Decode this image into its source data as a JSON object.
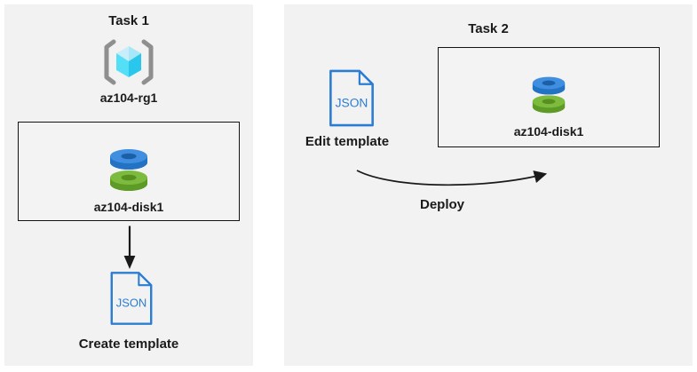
{
  "stage": {
    "background": "#ffffff",
    "panel_background": "#f2f2f2",
    "box_border": "#141414"
  },
  "task1": {
    "title": "Task 1",
    "resource_group_label": "az104-rg1",
    "disk_label": "az104-disk1",
    "json_file_label": "JSON",
    "caption": "Create template"
  },
  "task2": {
    "title": "Task 2",
    "json_file_label": "JSON",
    "edit_caption": "Edit template",
    "disk_label": "az104-disk1",
    "deploy_label": "Deploy"
  },
  "icons": {
    "resource_group": "azure-resource-group",
    "managed_disk": "azure-managed-disk",
    "json_file": "json-template-file",
    "down_arrow": "arrow-down",
    "deploy_arrow": "curved-arrow-right"
  },
  "colors": {
    "json_blue": "#2b7cd3",
    "bracket_gray": "#8f8f8f",
    "cube_top_left": "#c9eefb",
    "cube_top_right": "#a9e6f8",
    "cube_left": "#55dff7",
    "cube_right": "#29c7ee",
    "disk_blue_top": "#3f8ee0",
    "disk_blue_side": "#2373c4",
    "disk_blue_hole": "#1c5fa6",
    "disk_green_top": "#7cbb3d",
    "disk_green_side": "#5d9b26",
    "disk_green_hole": "#578f20",
    "arrow_black": "#1a1a1a"
  }
}
